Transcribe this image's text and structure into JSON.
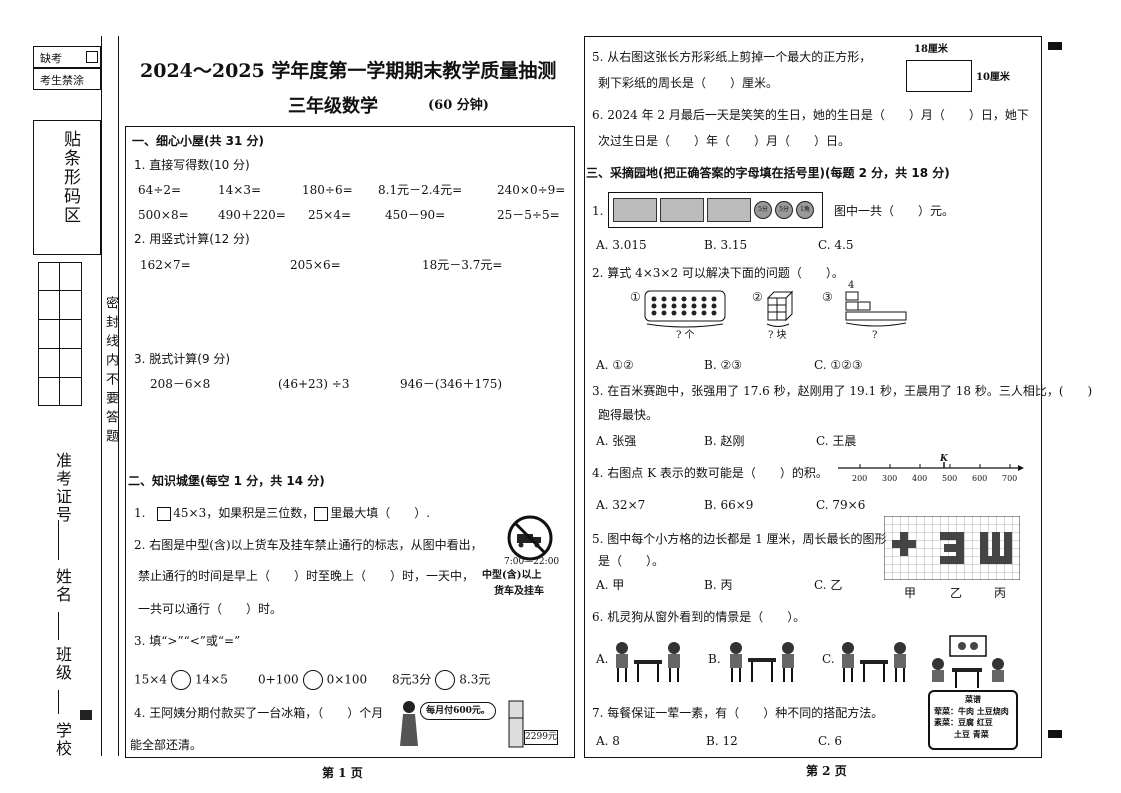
{
  "binding": {
    "absent_label": "缺考",
    "no_smear_label": "考生禁涂",
    "barcode_area": "贴条形码区",
    "seal_line": "密封线内不要答题",
    "exam_no": "准考证号",
    "name": "姓名",
    "class": "班级",
    "school": "学校"
  },
  "header": {
    "title": "2024～2025 学年度第一学期期末教学质量抽测",
    "subtitle": "三年级数学",
    "duration": "(60 分钟)"
  },
  "sec1": {
    "title": "一、细心小屋(共 31 分)",
    "p1": {
      "title": "1. 直接写得数(10 分)",
      "row1": [
        "64÷2=",
        "14×3=",
        "180÷6=",
        "8.1元－2.4元=",
        "240×0÷9="
      ],
      "row2": [
        "500×8=",
        "490＋220=",
        "25×4=",
        "450－90=",
        "25－5÷5="
      ]
    },
    "p2": {
      "title": "2. 用竖式计算(12 分)",
      "items": [
        "162×7=",
        "205×6=",
        "18元－3.7元="
      ]
    },
    "p3": {
      "title": "3. 脱式计算(9 分)",
      "items": [
        "208－6×8",
        "(46+23) ÷3",
        "946－(346＋175)"
      ]
    }
  },
  "sec2": {
    "title": "二、知识城堡(每空 1 分，共 14 分)",
    "q1_pre": "1.",
    "q1": "45×3，如果积是三位数，",
    "q1b": "里最大填（　　）.",
    "q2_l1": "2. 右图是中型(含)以上货车及挂车禁止通行的标志，从图中看出，",
    "q2_l2": "禁止通行的时间是早上（　　）时至晚上（　　）时，一天中，",
    "q2_l3": "一共可以通行（　　）时。",
    "sign_time": "7:00—22:00",
    "sign_cap1": "中型(含)以上",
    "sign_cap2": "货车及挂车",
    "q3": "3. 填“>”“<”或“=”",
    "cmp": [
      {
        "l": "15×4",
        "r": "14×5"
      },
      {
        "l": "0+100",
        "r": "0×100"
      },
      {
        "l": "8元3分",
        "r": "8.3元"
      }
    ],
    "q4_l1": "4. 王阿姨分期付款买了一台冰箱，（　　）个月",
    "q4_l2": "能全部还清。",
    "q4_bubble": "每月付600元。",
    "q4_price": "2299元"
  },
  "sec2_cont": {
    "q5_l1": "5. 从右图这张长方形彩纸上剪掉一个最大的正方形，",
    "q5_l2": "剩下彩纸的周长是（　　）厘米。",
    "len": "18厘米",
    "wid": "10厘米",
    "q6_l1": "6. 2024 年 2 月最后一天是笑笑的生日，她的生日是（　　）月（　　）日，她下",
    "q6_l2": "次过生日是（　　）年（　　）月（　　）日。"
  },
  "sec3": {
    "title": "三、采摘园地(把正确答案的字母填在括号里)(每题 2 分，共 18 分)",
    "q1_pre": "1.",
    "q1": "图中一共（　　）元。",
    "q1_opts": [
      "A. 3.015",
      "B. 3.15",
      "C. 4.5"
    ],
    "coins": [
      "5分",
      "5分",
      "1角"
    ],
    "q2": "2. 算式 4×3×2 可以解决下面的问题（　　）。",
    "q2_marks": [
      "①",
      "②",
      "③"
    ],
    "q2_caps": [
      "? 个",
      "? 块",
      "?"
    ],
    "q2_top": "4",
    "q2_opts": [
      "A. ①②",
      "B. ②③",
      "C. ①②③"
    ],
    "q3_l1": "3. 在百米赛跑中，张强用了 17.6 秒，赵刚用了 19.1 秒，王晨用了 18 秒。三人相比，(　　)",
    "q3_l2": "跑得最快。",
    "q3_opts": [
      "A.  张强",
      "B.  赵刚",
      "C. 王晨"
    ],
    "q4": "4. 右图点 K 表示的数可能是（　　）的积。",
    "q4_opts": [
      "A.  32×7",
      "B. 66×9",
      "C. 79×6"
    ],
    "k_label": "K",
    "ticks": [
      "200",
      "300",
      "400",
      "500",
      "600",
      "700"
    ],
    "q5_l1": "5. 图中每个小方格的边长都是 1 厘米，周长最长的图形",
    "q5_l2": "是（　　）。",
    "q5_opts": [
      "A. 甲",
      "B. 丙",
      "C. 乙"
    ],
    "q5_labels": [
      "甲",
      "乙",
      "丙"
    ],
    "q6": "6. 机灵狗从窗外看到的情景是（　　）。",
    "q6_opts": [
      "A.",
      "B.",
      "C."
    ],
    "q7": "7. 每餐保证一荤一素，有（　　）种不同的搭配方法。",
    "q7_opts": [
      "A. 8",
      "B. 12",
      "C. 6"
    ],
    "menu": {
      "title": "菜谱",
      "l1": "荤菜：牛肉 土豆烧肉",
      "l2": "素菜：豆腐 红豆",
      "l3": "土豆 青菜"
    }
  },
  "footer": {
    "p1": "第 1 页",
    "p2": "第 2 页"
  }
}
